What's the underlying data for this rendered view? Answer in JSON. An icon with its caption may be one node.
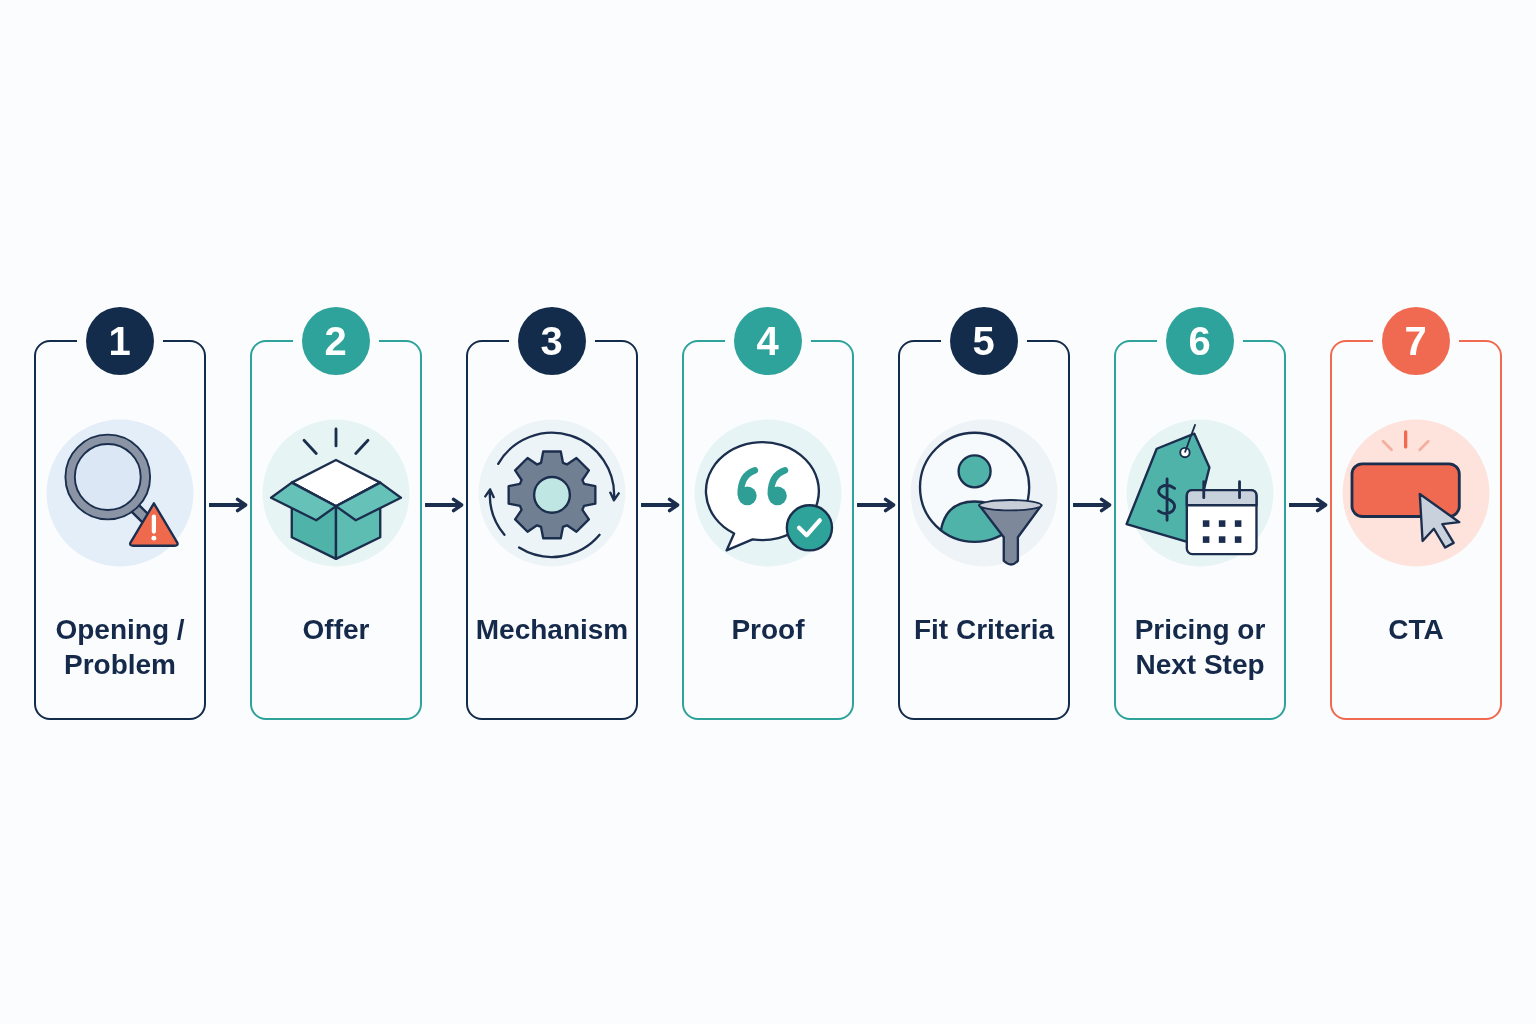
{
  "diagram": {
    "nodes": [
      {
        "text": [
          "1",
          "Opening / Problem"
        ]
      },
      {
        "text": [
          "2",
          "Offer"
        ]
      },
      {
        "text": [
          "3",
          "Mechanism"
        ]
      },
      {
        "text": [
          "4",
          "Proof"
        ]
      },
      {
        "text": [
          "5",
          "Fit Criteria"
        ]
      },
      {
        "text": [
          "6",
          "Pricing or Next Step"
        ]
      },
      {
        "text": [
          "7",
          "CTA"
        ]
      }
    ],
    "edges": [
      {
        "from": 0,
        "to": 1,
        "arrow": "to"
      },
      {
        "from": 1,
        "to": 2,
        "arrow": "to"
      },
      {
        "from": 2,
        "to": 3,
        "arrow": "to"
      },
      {
        "from": 3,
        "to": 4,
        "arrow": "to"
      },
      {
        "from": 4,
        "to": 5,
        "arrow": "to"
      },
      {
        "from": 5,
        "to": 6,
        "arrow": "to"
      }
    ]
  }
}
